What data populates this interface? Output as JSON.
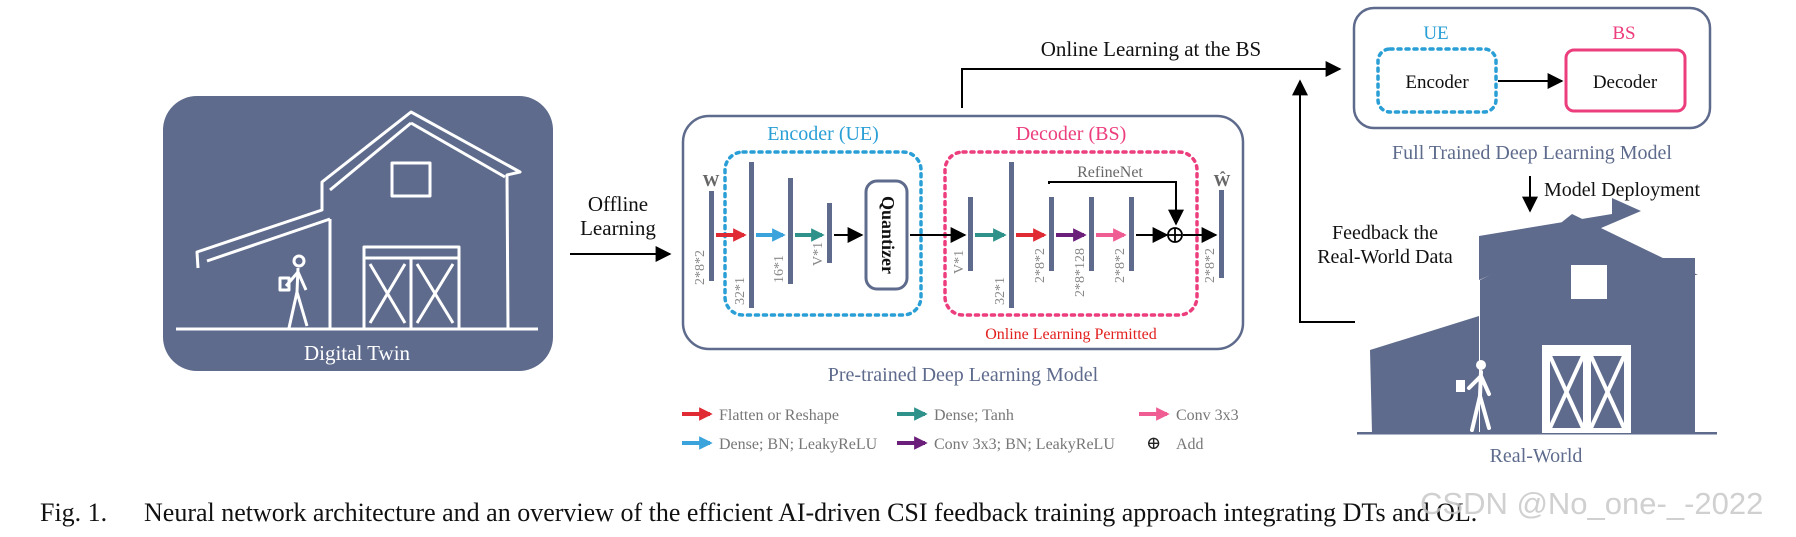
{
  "colors": {
    "slate": "#5e6b8c",
    "ue_blue": "#2a9fd6",
    "bs_pink": "#ec3d7d",
    "arrow_red": "#e02b35",
    "arrow_blue": "#3aa3dc",
    "arrow_teal": "#2e918a",
    "arrow_purple": "#6b1f7a",
    "arrow_pink": "#f05d93",
    "online_red": "#e2201f"
  },
  "digital_twin": {
    "label": "Digital Twin"
  },
  "offline": {
    "line1": "Offline",
    "line2": "Learning"
  },
  "online_bs": {
    "label": "Online Learning at the BS"
  },
  "pretrained": {
    "title": "Pre-trained Deep Learning Model",
    "encoder_title": "Encoder (UE)",
    "decoder_title": "Decoder (BS)",
    "refinenet": "RefineNet",
    "quantizer": "Quantizer",
    "online_permitted": "Online Learning Permitted",
    "input_label": "W",
    "output_label": "Ŵ",
    "dims": {
      "d1": "2*8*2",
      "d2": "32*1",
      "d3": "16*1",
      "d4": "V*1",
      "d5": "V*1",
      "d6": "32*1",
      "d7": "2*8*2",
      "d8": "2*8*128",
      "d9": "2*8*2",
      "d10": "2*8*2"
    }
  },
  "full_model": {
    "ue": "UE",
    "bs": "BS",
    "encoder": "Encoder",
    "decoder": "Decoder",
    "title": "Full Trained Deep Learning Model"
  },
  "deployment": {
    "label": "Model Deployment"
  },
  "feedback": {
    "line1": "Feedback the",
    "line2": "Real-World Data"
  },
  "real_world": {
    "label": "Real-World"
  },
  "legend": {
    "flatten": "Flatten or Reshape",
    "dense_bn": "Dense; BN; LeakyReLU",
    "dense_tanh": "Dense; Tanh",
    "conv_bn": "Conv 3x3; BN; LeakyReLU",
    "conv": "Conv 3x3",
    "add_symbol": "⊕",
    "add": "Add"
  },
  "caption": {
    "number": "Fig. 1.",
    "text": "Neural network architecture and an overview of the efficient AI-driven CSI feedback training approach integrating DTs and OL."
  },
  "watermark": "CSDN @No_one-_-2022"
}
